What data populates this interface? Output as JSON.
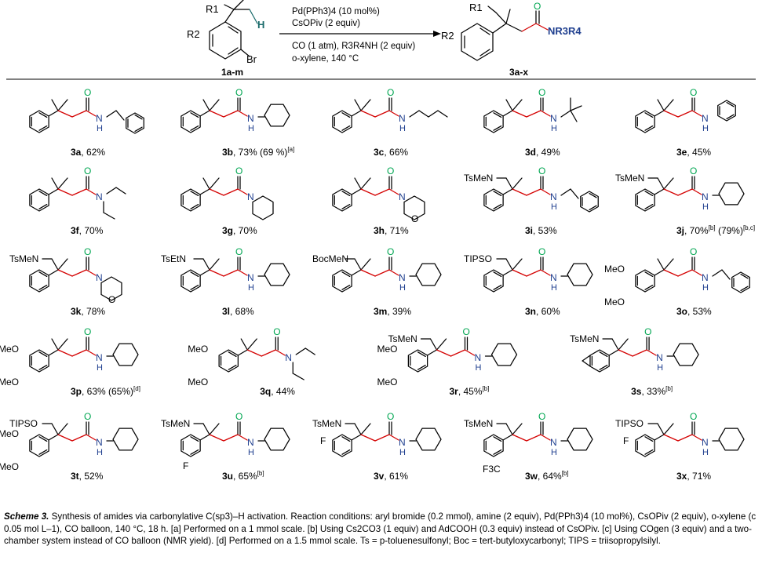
{
  "reaction": {
    "substrate_label": "1a-m",
    "product_label": "3a-x",
    "substrate_r1": "R1",
    "substrate_r2": "R2",
    "substrate_h": "H",
    "substrate_br": "Br",
    "product_r1": "R1",
    "product_r2": "R2",
    "product_amide": "NR3R4",
    "conditions": [
      "Pd(PPh3)4  (10 mol%)",
      "CsOPiv (2 equiv)",
      "CO (1 atm), R3R4NH (2 equiv)",
      "o-xylene, 140 °C"
    ]
  },
  "atom_labels": {
    "o": "O",
    "nh": "N",
    "h": "H",
    "n": "N",
    "meo": "MeO",
    "f": "F",
    "cf3": "F3C"
  },
  "compounds": [
    {
      "id": "3a",
      "yield": ", 62%",
      "substituent": "",
      "amine": "benzylamine"
    },
    {
      "id": "3b",
      "yield": ", 73% (69 %)",
      "note": "[a]",
      "substituent": "",
      "amine": "cyclohexylamine"
    },
    {
      "id": "3c",
      "yield": ", 66%",
      "substituent": "",
      "amine": "n-butylamine"
    },
    {
      "id": "3d",
      "yield": ", 49%",
      "substituent": "",
      "amine": "tert-butylamine"
    },
    {
      "id": "3e",
      "yield": ", 45%",
      "substituent": "",
      "amine": "aniline"
    },
    {
      "id": "3f",
      "yield": ", 70%",
      "substituent": "",
      "amine": "diethylamine"
    },
    {
      "id": "3g",
      "yield": ", 70%",
      "substituent": "",
      "amine": "piperidine"
    },
    {
      "id": "3h",
      "yield": ", 71%",
      "substituent": "",
      "amine": "morpholine"
    },
    {
      "id": "3i",
      "yield": ", 53%",
      "substituent": "TsMeN",
      "amine": "benzylamine"
    },
    {
      "id": "3j",
      "yield": ", 70%",
      "note": "[b]",
      "yield2": " (79%)",
      "note2": "[b,c]",
      "substituent": "TsMeN",
      "amine": "cyclohexylamine"
    },
    {
      "id": "3k",
      "yield": ", 78%",
      "substituent": "TsMeN",
      "amine": "morpholine"
    },
    {
      "id": "3l",
      "yield": ", 68%",
      "substituent": "TsEtN",
      "amine": "cyclohexylamine"
    },
    {
      "id": "3m",
      "yield": ", 39%",
      "substituent": "BocMeN",
      "amine": "cyclohexylamine"
    },
    {
      "id": "3n",
      "yield": ", 60%",
      "substituent": "TIPSO",
      "amine": "cyclohexylamine"
    },
    {
      "id": "3o",
      "yield": ", 53%",
      "substituent": "",
      "amine": "benzylamine"
    },
    {
      "id": "3p",
      "yield": ", 63% (65%)",
      "note": "[d]",
      "substituent": "",
      "amine": "cyclohexylamine"
    },
    {
      "id": "3q",
      "yield": ", 44%",
      "substituent": "",
      "amine": "diethylamine"
    },
    {
      "id": "3r",
      "yield": ", 45%",
      "note": "[b]",
      "substituent": "TsMeN",
      "amine": "cyclohexylamine"
    },
    {
      "id": "3s",
      "yield": ", 33%",
      "note": "[b]",
      "substituent": "TsMeN",
      "amine": "cyclohexylamine"
    },
    {
      "id": "3t",
      "yield": ", 52%",
      "substituent": "TIPSO",
      "amine": "cyclohexylamine"
    },
    {
      "id": "3u",
      "yield": ", 65%",
      "note": "[b]",
      "substituent": "TsMeN",
      "amine": "cyclohexylamine"
    },
    {
      "id": "3v",
      "yield": ", 61%",
      "substituent": "TsMeN",
      "amine": "cyclohexylamine"
    },
    {
      "id": "3w",
      "yield": ", 64%",
      "note": "[b]",
      "substituent": "TsMeN",
      "amine": "cyclohexylamine"
    },
    {
      "id": "3x",
      "yield": ", 71%",
      "substituent": "TIPSO",
      "amine": "cyclohexylamine"
    }
  ],
  "caption": {
    "label": "Scheme 3.",
    "title": " Synthesis of amides via carbonylative C(sp3)–H activation.",
    "body": " Reaction conditions: aryl bromide (0.2 mmol), amine (2 equiv), Pd(PPh3)4 (10 mol%), CsOPiv (2 equiv), o-xylene (c 0.05 mol L–1), CO balloon, 140 °C, 18 h. [a] Performed on a 1 mmol scale. [b] Using Cs2CO3 (1 equiv) and AdCOOH (0.3 equiv) instead of CsOPiv. [c] Using COgen (3 equiv) and a two-chamber system instead of CO balloon (NMR yield). [d] Performed on a 1.5 mmol scale. Ts = p-toluenesulfonyl; Boc = tert-butyloxycarbonyl; TIPS = triisopropylsilyl."
  },
  "colors": {
    "bond": "#000000",
    "new_bond": "#d40000",
    "carbonyl_o": "#00a651",
    "co_text": "#00a651",
    "amine_n": "#1f3f8f",
    "amine_text": "#1f3f8f",
    "ch_bond": "#1a6b6b"
  }
}
